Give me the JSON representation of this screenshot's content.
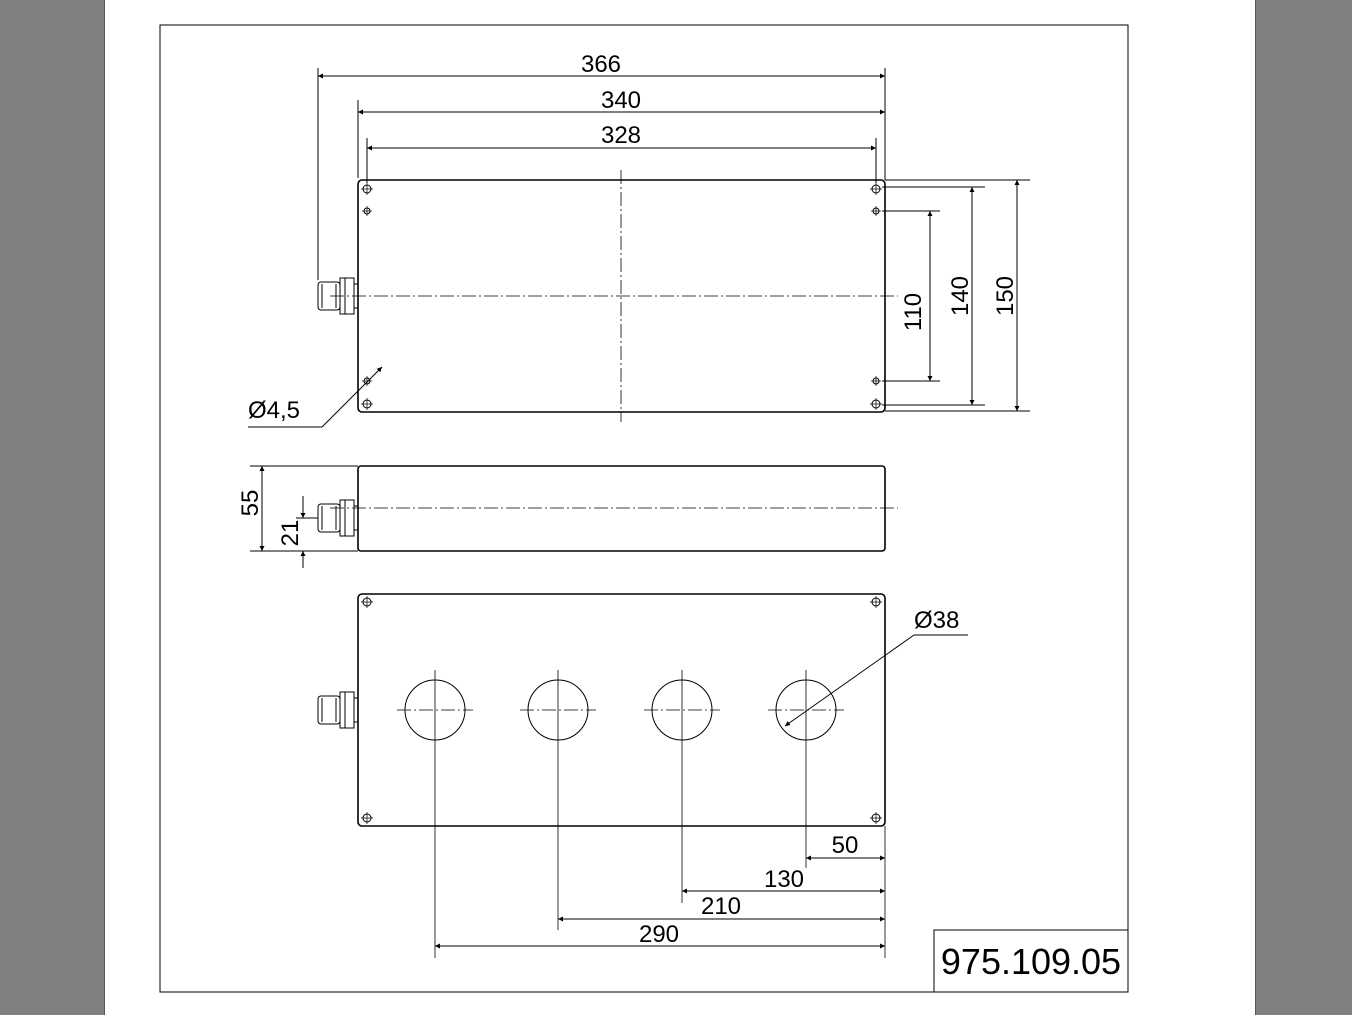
{
  "drawing": {
    "number": "975.109.05",
    "top_view": {
      "width_overall": "366",
      "width_lid": "340",
      "hole_spacing_x": "328",
      "hole_spacing_inner_y": "110",
      "hole_spacing_outer_y": "140",
      "height_overall": "150",
      "hole_diameter": "Ø4,5"
    },
    "side_view": {
      "depth": "55",
      "gland_height": "21"
    },
    "front_view": {
      "hole_diameter": "Ø38",
      "offset_1": "50",
      "offset_2": "130",
      "offset_3": "210",
      "offset_4": "290"
    }
  }
}
